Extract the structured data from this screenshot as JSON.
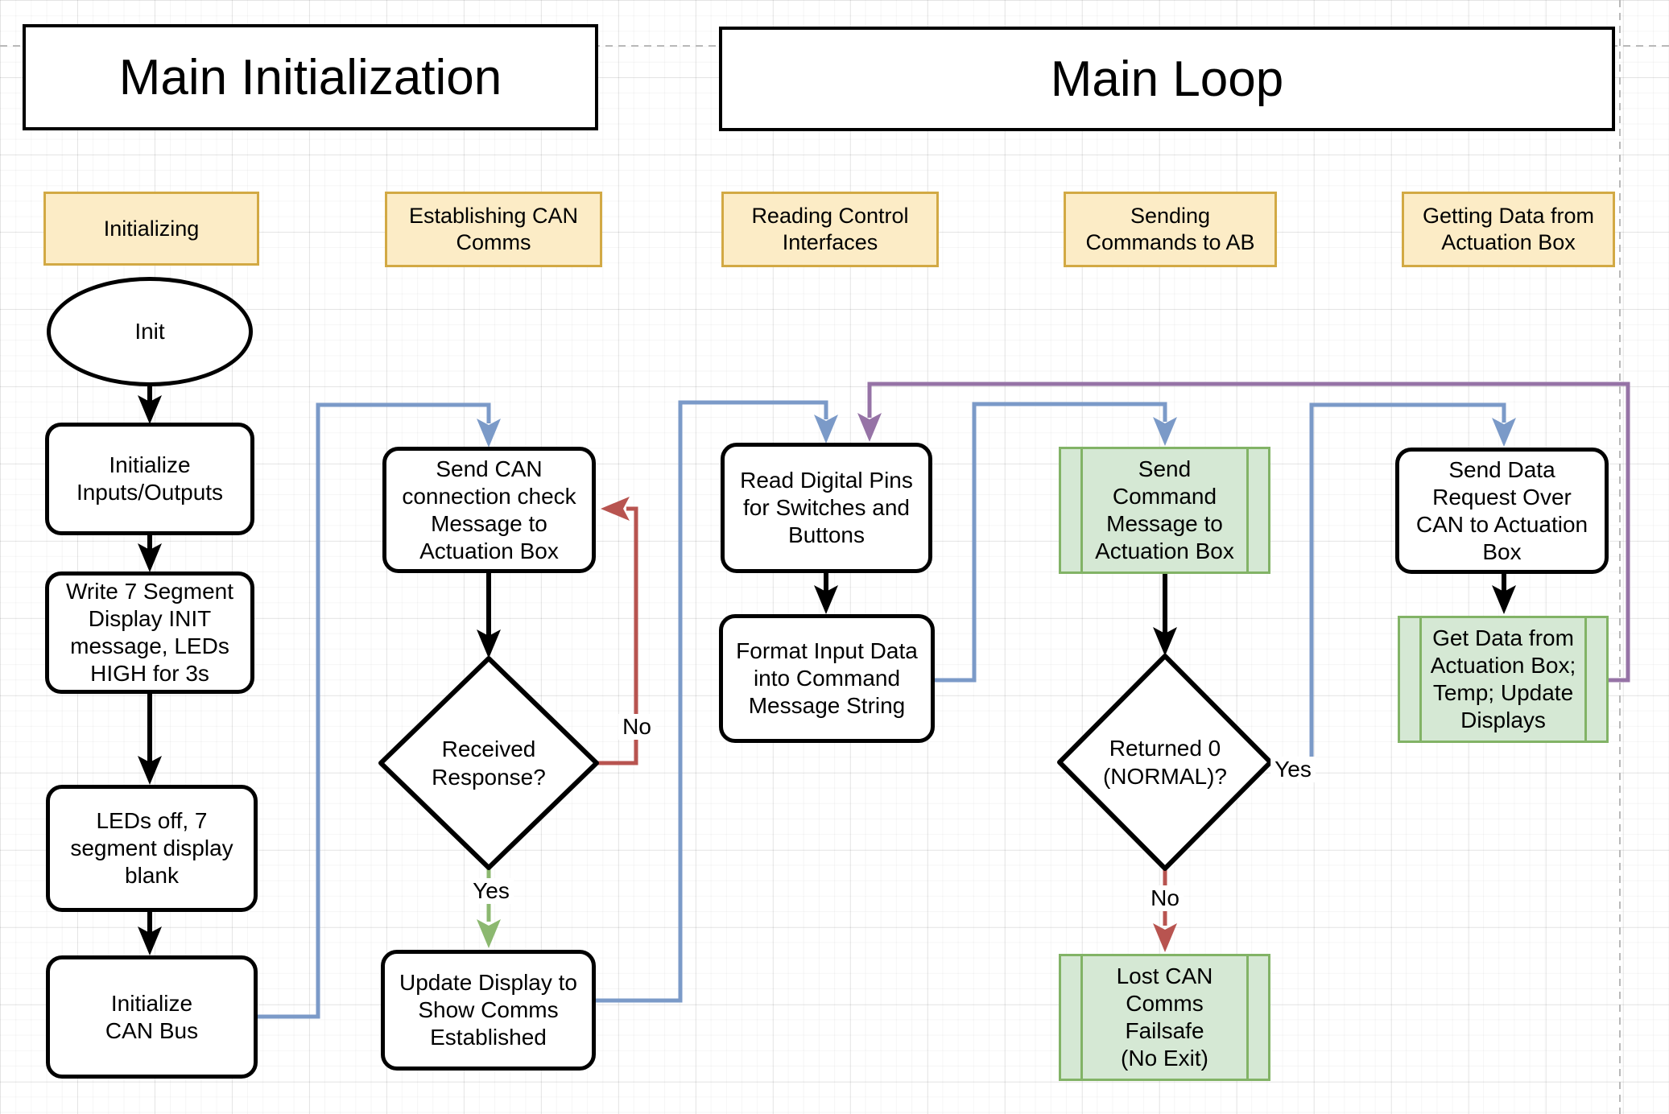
{
  "titles": {
    "main_initialization": "Main Initialization",
    "main_loop": "Main Loop"
  },
  "lanes": [
    {
      "label": "Initializing"
    },
    {
      "label": "Establishing CAN\nComms"
    },
    {
      "label": "Reading Control\nInterfaces"
    },
    {
      "label": "Sending\nCommands to AB"
    },
    {
      "label": "Getting Data from\nActuation Box"
    }
  ],
  "nodes": {
    "init": "Init",
    "initialize_io": "Initialize\nInputs/Outputs",
    "write_7seg": "Write 7 Segment\nDisplay INIT\nmessage, LEDs\nHIGH for 3s",
    "leds_off": "LEDs off, 7\nsegment display\nblank",
    "initialize_can_bus": "Initialize\nCAN Bus",
    "send_can_check": "Send CAN\nconnection check\nMessage to\nActuation Box",
    "received_response": "Received\nResponse?",
    "update_display": "Update Display to\nShow Comms\nEstablished",
    "read_digital_pins": "Read Digital Pins\nfor Switches and\nButtons",
    "format_input_data": "Format Input Data\ninto Command\nMessage String",
    "send_command": "Send\nCommand\nMessage to\nActuation Box",
    "returned_zero": "Returned 0\n(NORMAL)?",
    "lost_can_failsafe": "Lost CAN\nComms\nFailsafe\n(No Exit)",
    "send_data_request": "Send Data\nRequest Over\nCAN to Actuation\nBox",
    "get_data": "Get Data from\nActuation Box;\nTemp; Update\nDisplays"
  },
  "edge_labels": {
    "received_no": "No",
    "received_yes": "Yes",
    "returned_yes": "Yes",
    "returned_no": "No"
  },
  "colors": {
    "blue": "#7b9ac8",
    "red": "#b85450",
    "green_line": "#8cb870",
    "purple": "#9673a6",
    "yellow_fill": "#fcecc6",
    "yellow_border": "#d2a944",
    "green_fill": "#d5e8d4",
    "green_border": "#82b366",
    "black": "#000000"
  }
}
